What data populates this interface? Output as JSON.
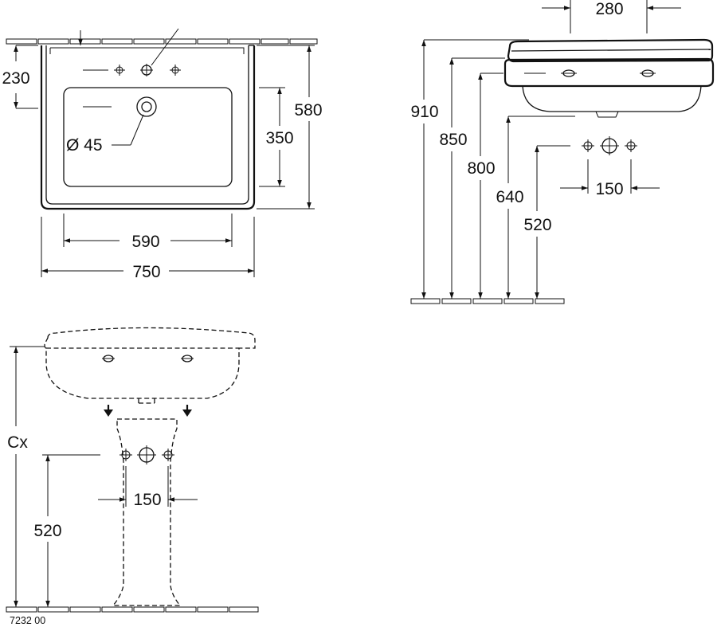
{
  "front_view": {
    "tap_hole_offset": "230",
    "overall_height": "580",
    "bowl_height": "350",
    "waste_diameter": "Ø 45",
    "bowl_width": "590",
    "overall_width": "750"
  },
  "side_view": {
    "projection": "280",
    "height_top": "910",
    "height_rim": "850",
    "height_overflow": "800",
    "height_waste": "640",
    "height_supply": "520",
    "supply_spacing": "150"
  },
  "pedestal_view": {
    "overall_height": "Cx",
    "supply_spacing": "150",
    "supply_height": "520"
  },
  "article_code": "7232 00"
}
